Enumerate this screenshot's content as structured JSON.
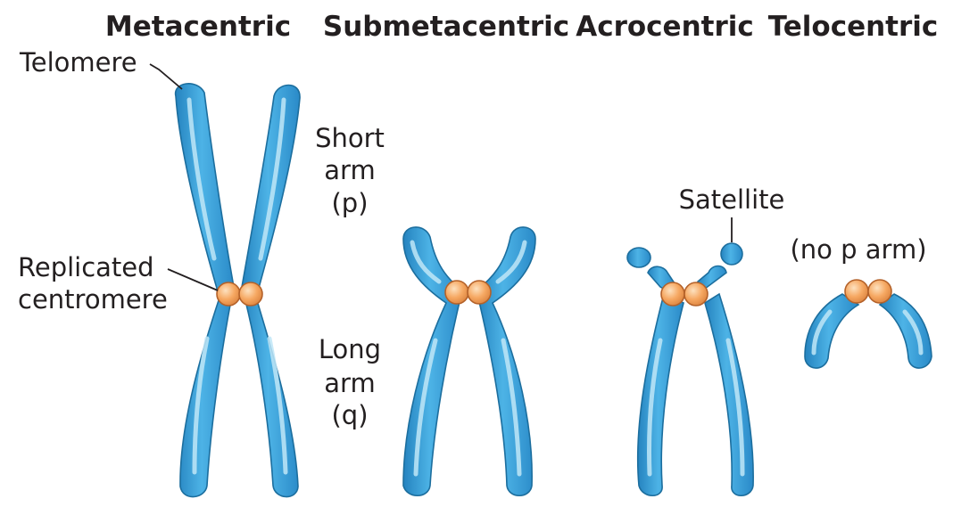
{
  "titles": {
    "metacentric": "Metacentric",
    "submetacentric": "Submetacentric",
    "acrocentric": "Acrocentric",
    "telocentric": "Telocentric"
  },
  "labels": {
    "telomere": "Telomere",
    "replicated_centromere": [
      "Replicated",
      "centromere"
    ],
    "short_arm": [
      "Short",
      "arm",
      "(p)"
    ],
    "long_arm": [
      "Long",
      "arm",
      "(q)"
    ],
    "satellite": "Satellite",
    "no_p_arm": "(no p arm)"
  },
  "colors": {
    "chromatid": "#3a9fd6",
    "chromatid_dark": "#1c6e9e",
    "centromere": "#f6a862",
    "text": "#231f20"
  }
}
